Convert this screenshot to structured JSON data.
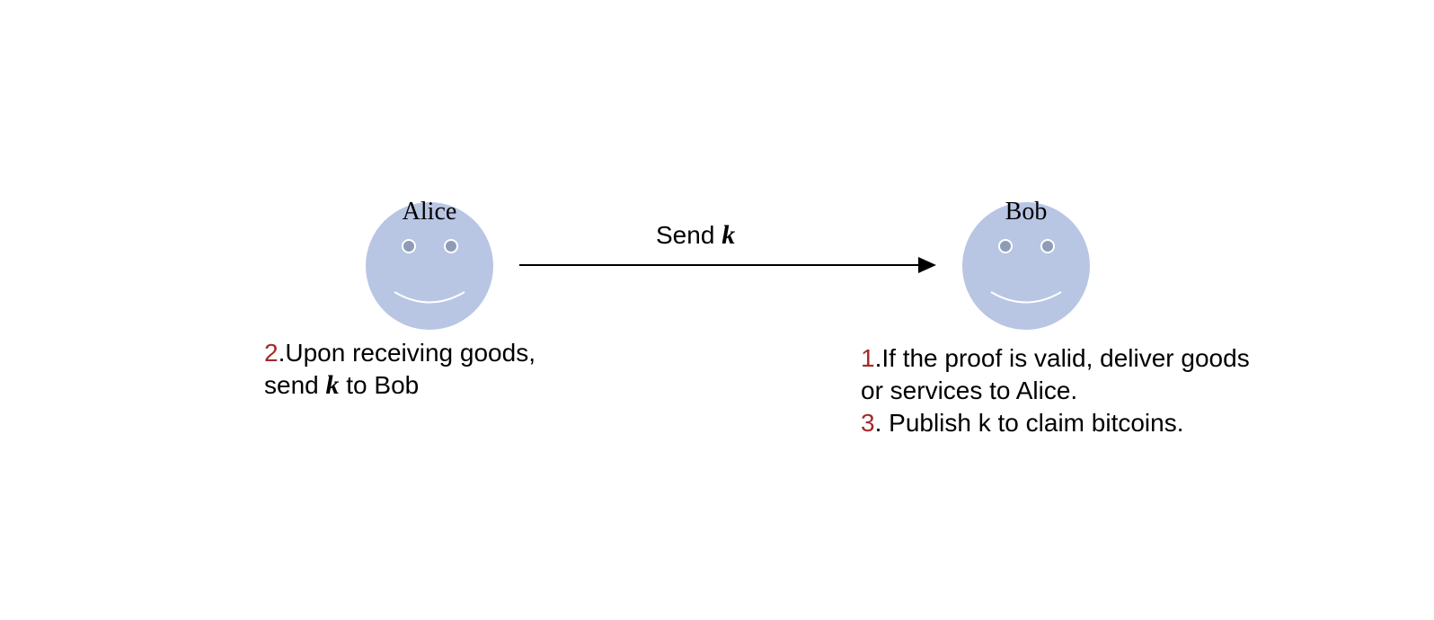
{
  "colors": {
    "face_fill": "#b8c6e4",
    "eye_fill": "#8e9cb8",
    "eye_stroke": "#ffffff",
    "smile_stroke": "#ffffff",
    "step_number": "#a52a2a",
    "arrow": "#000000"
  },
  "actors": {
    "alice": {
      "name": "Alice",
      "icon": "smiley-face-icon"
    },
    "bob": {
      "name": "Bob",
      "icon": "smiley-face-icon"
    }
  },
  "arrow": {
    "direction": "alice-to-bob",
    "label_text": "Send",
    "label_var": "k"
  },
  "alice_steps": {
    "step2_num": "2",
    "step2_line1": ".Upon receiving goods,",
    "step2_line2_pre": "send ",
    "step2_line2_var": "k",
    "step2_line2_post": " to Bob"
  },
  "bob_steps": {
    "step1_num": "1",
    "step1_line1": ".If the proof is valid, deliver goods",
    "step1_line2": "or services to Alice.",
    "step3_num": "3",
    "step3_line1": ". Publish k to claim bitcoins."
  }
}
